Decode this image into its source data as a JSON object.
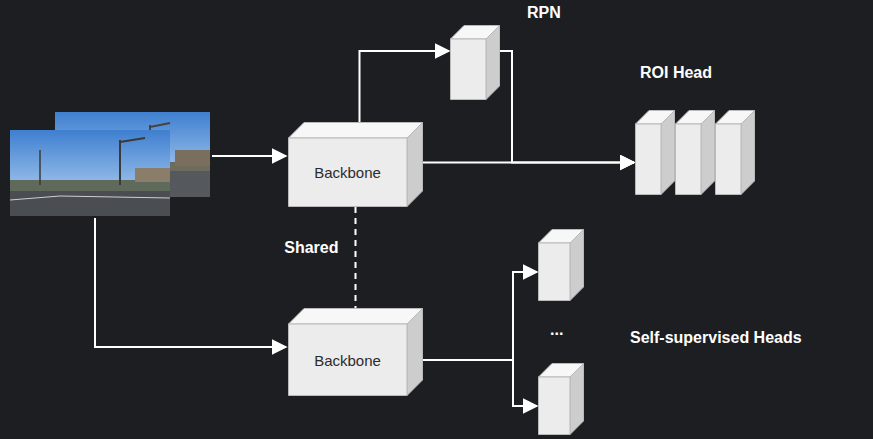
{
  "diagram": {
    "nodes": [
      {
        "text": [
          "Backbone"
        ]
      },
      {
        "text": [
          "RPN"
        ]
      },
      {
        "text": [
          "ROI Head"
        ]
      },
      {
        "text": [
          "Backbone"
        ]
      },
      {
        "text": [
          "...",
          "Self-supervised Heads"
        ]
      }
    ],
    "edges": [
      {
        "from": 0,
        "to": 1,
        "arrow": "to"
      },
      {
        "from": 1,
        "to": 2,
        "arrow": "to"
      },
      {
        "from": 0,
        "to": 2,
        "arrow": "to"
      },
      {
        "from": 0,
        "to": 3,
        "arrow": "none",
        "label": "Shared"
      },
      {
        "from": 3,
        "to": 4,
        "arrow": "to"
      }
    ]
  }
}
